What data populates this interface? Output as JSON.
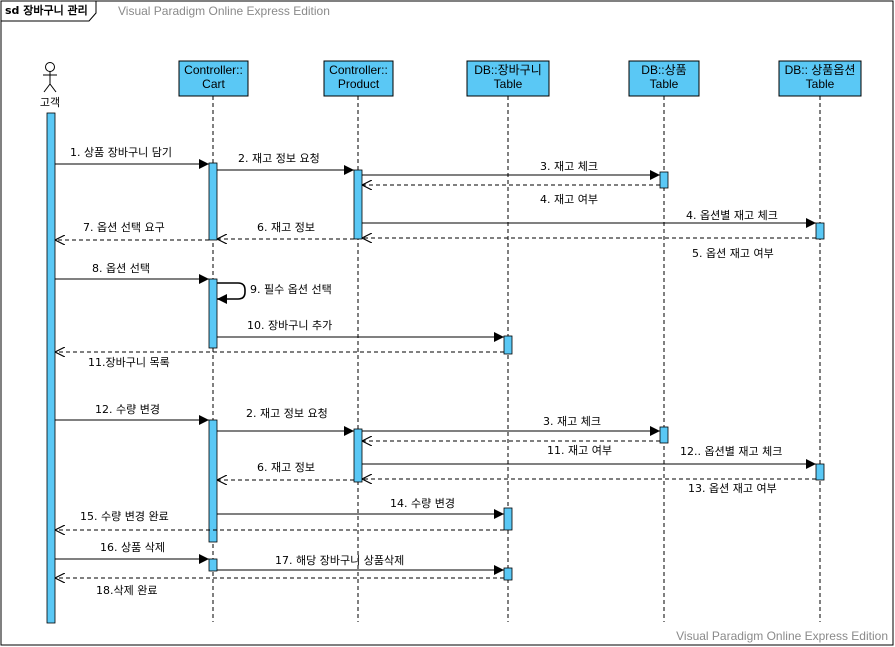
{
  "frame": {
    "label": "sd 장바구니 관리",
    "watermark_top": "Visual Paradigm Online Express Edition",
    "watermark_bottom": "Visual Paradigm Online Express Edition"
  },
  "colors": {
    "box_fill": "#5ac8f5",
    "box_stroke": "#000000",
    "line": "#000000"
  },
  "actor": {
    "name": "고객"
  },
  "lifelines": [
    {
      "id": "cart",
      "line1": "Controller::",
      "line2": "Cart"
    },
    {
      "id": "product",
      "line1": "Controller::",
      "line2": "Product"
    },
    {
      "id": "cartdb",
      "line1": "DB::장바구니",
      "line2": "Table"
    },
    {
      "id": "proddb",
      "line1": "DB::상품",
      "line2": "Table"
    },
    {
      "id": "optdb",
      "line1": "DB:: 상품옵션",
      "line2": "Table"
    }
  ],
  "messages": [
    {
      "label": "1. 상품 장바구니 담기",
      "from": "actor",
      "to": "cart",
      "kind": "call"
    },
    {
      "label": "2. 재고 정보 요청",
      "from": "cart",
      "to": "product",
      "kind": "call"
    },
    {
      "label": "3. 재고 체크",
      "from": "product",
      "to": "proddb",
      "kind": "call"
    },
    {
      "label": "4. 재고 여부",
      "from": "proddb",
      "to": "product",
      "kind": "return"
    },
    {
      "label": "4. 옵션별 재고 체크",
      "from": "product",
      "to": "optdb",
      "kind": "call"
    },
    {
      "label": "5. 옵션 재고 여부",
      "from": "optdb",
      "to": "product",
      "kind": "return"
    },
    {
      "label": "6. 재고 정보",
      "from": "product",
      "to": "cart",
      "kind": "return"
    },
    {
      "label": "7. 옵션 선택 요구",
      "from": "cart",
      "to": "actor",
      "kind": "return"
    },
    {
      "label": "8. 옵션 선택",
      "from": "actor",
      "to": "cart",
      "kind": "call"
    },
    {
      "label": "9. 필수 옵션 선택",
      "from": "cart",
      "to": "cart",
      "kind": "self"
    },
    {
      "label": "10. 장바구니 추가",
      "from": "cart",
      "to": "cartdb",
      "kind": "call"
    },
    {
      "label": "11.장바구니 목록",
      "from": "cartdb",
      "to": "actor",
      "kind": "return"
    },
    {
      "label": "12. 수량 변경",
      "from": "actor",
      "to": "cart",
      "kind": "call"
    },
    {
      "label": "2. 재고 정보 요청",
      "from": "cart",
      "to": "product",
      "kind": "call"
    },
    {
      "label": "3. 재고 체크",
      "from": "product",
      "to": "proddb",
      "kind": "call"
    },
    {
      "label": "11. 재고 여부",
      "from": "proddb",
      "to": "product",
      "kind": "return"
    },
    {
      "label": "12.. 옵션별 재고 체크",
      "from": "product",
      "to": "optdb",
      "kind": "call"
    },
    {
      "label": "13. 옵션 재고 여부",
      "from": "optdb",
      "to": "product",
      "kind": "return"
    },
    {
      "label": "6. 재고 정보",
      "from": "product",
      "to": "cart",
      "kind": "return"
    },
    {
      "label": "14. 수량 변경",
      "from": "cart",
      "to": "cartdb",
      "kind": "call"
    },
    {
      "label": "15. 수량 변경 완료",
      "from": "cartdb",
      "to": "actor",
      "kind": "return"
    },
    {
      "label": "16. 상품 삭제",
      "from": "actor",
      "to": "cart",
      "kind": "call"
    },
    {
      "label": "17. 해당 장바구니 상품삭제",
      "from": "cart",
      "to": "cartdb",
      "kind": "call"
    },
    {
      "label": "18.삭제 완료",
      "from": "cartdb",
      "to": "actor",
      "kind": "return"
    }
  ]
}
